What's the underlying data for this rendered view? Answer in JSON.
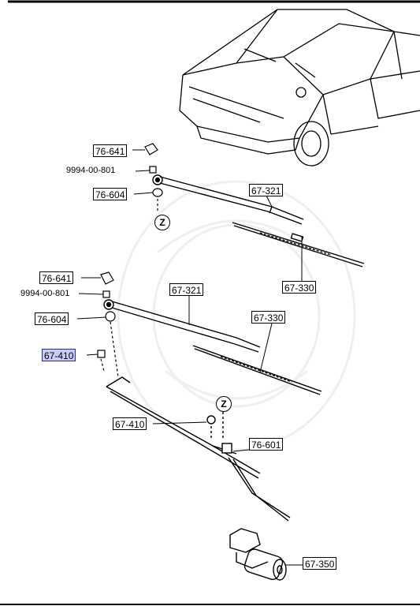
{
  "callouts": {
    "upper_cap": "76-641",
    "upper_nut": "9994-00-801",
    "upper_bushing": "76-604",
    "upper_arm": "67-321",
    "upper_blade": "67-330",
    "lower_cap": "76-641",
    "lower_nut": "9994-00-801",
    "lower_bushing": "76-604",
    "lower_arm": "67-321",
    "lower_blade": "67-330",
    "pivot_bolt_highlighted": "67-410",
    "pivot_bolt": "67-410",
    "link_assembly": "76-601",
    "wiper_motor": "67-350"
  },
  "torque_marks": [
    "Z",
    "Z"
  ],
  "colors": {
    "highlight": "#c9ccf4",
    "line": "#000000"
  }
}
